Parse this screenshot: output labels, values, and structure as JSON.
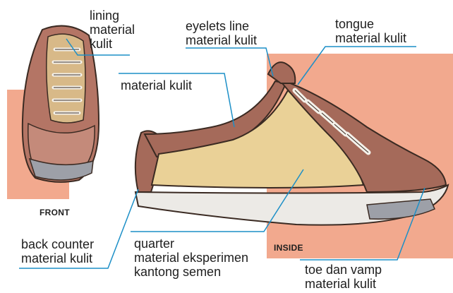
{
  "colors": {
    "salmon": "#f2a98e",
    "leader": "#1c8fc7",
    "leather": "#a56a5a",
    "leather_dark": "#6e3f33",
    "canvas": "#ead197",
    "outline": "#3a2a22"
  },
  "labels": {
    "lining": [
      "lining",
      "material",
      "kulit"
    ],
    "eyelets": [
      "eyelets line",
      "material kulit"
    ],
    "tongue": [
      "tongue",
      "material kulit"
    ],
    "material_kulit": "material kulit",
    "back_counter": [
      "back counter",
      "material kulit"
    ],
    "quarter": [
      "quarter",
      "material eksperimen",
      "kantong semen"
    ],
    "toe_vamp": [
      "toe dan vamp",
      "material kulit"
    ]
  },
  "views": {
    "front": "FRONT",
    "inside": "INSIDE"
  }
}
